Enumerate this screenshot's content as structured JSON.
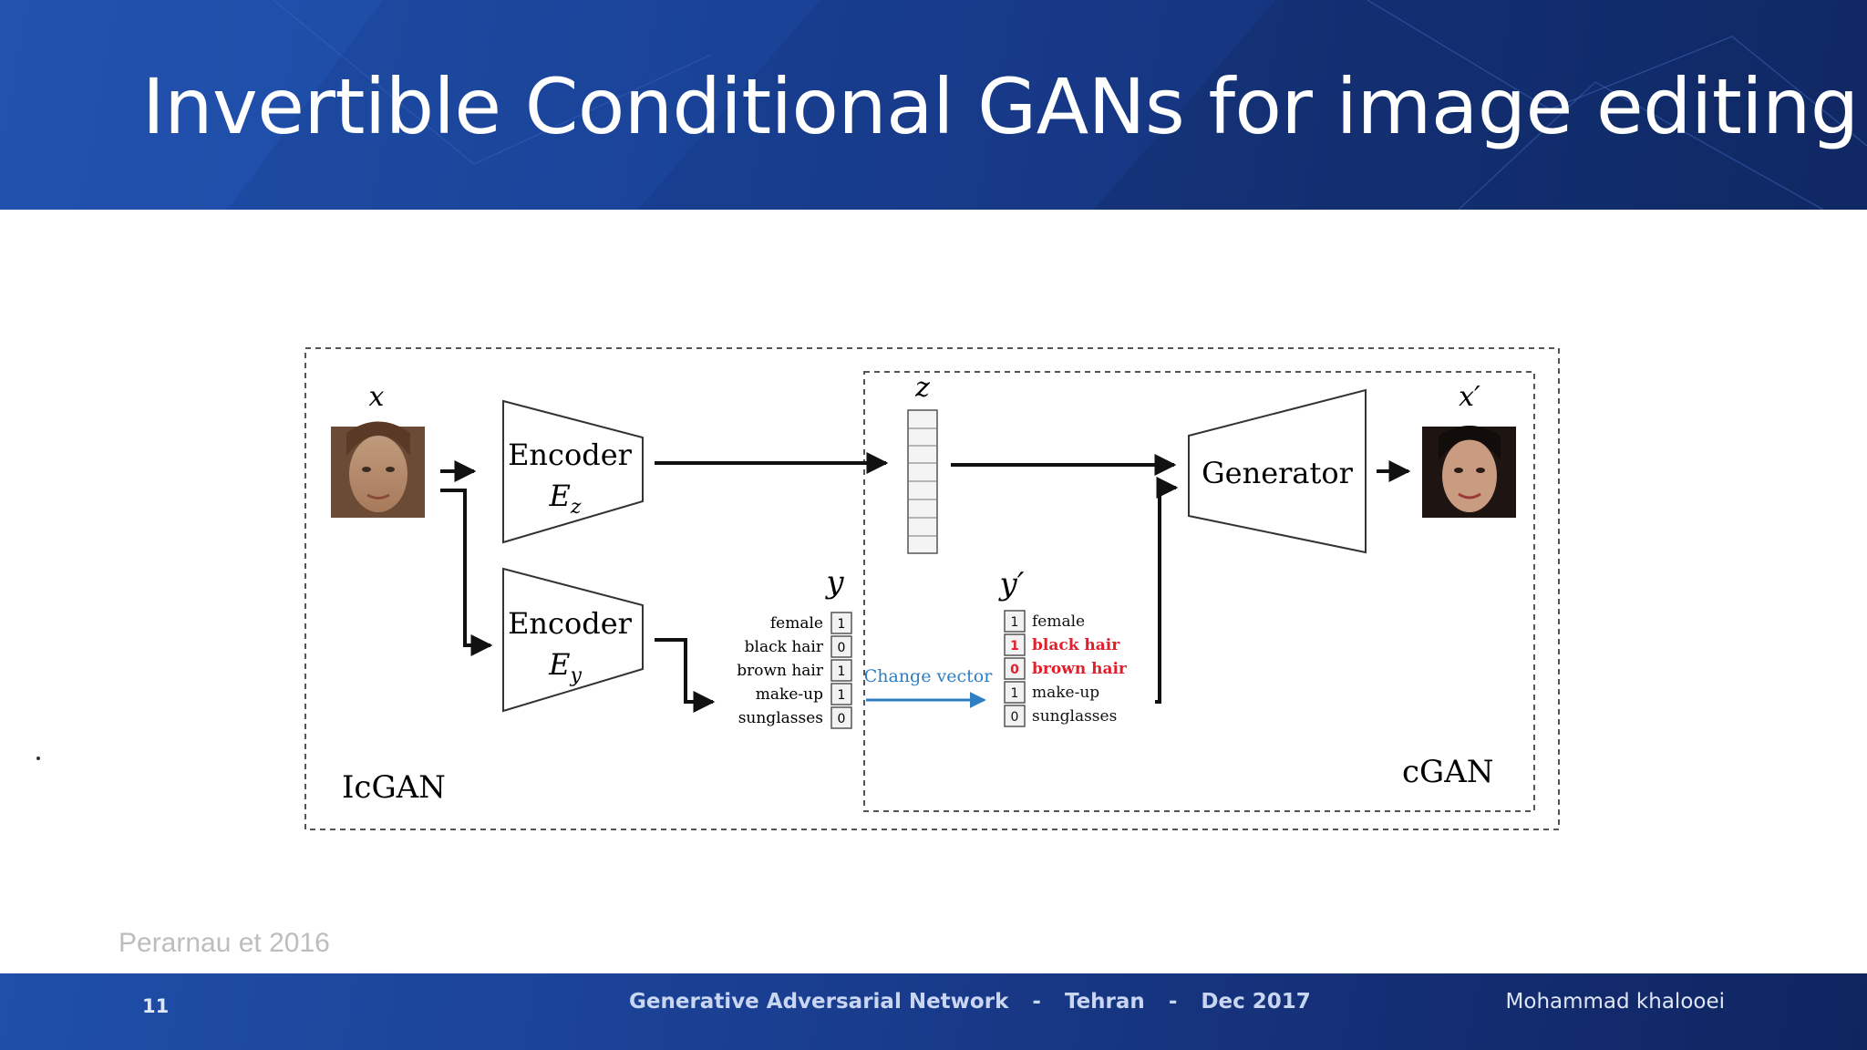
{
  "slide": {
    "title": "Invertible Conditional GANs for image editing",
    "citation": "Perarnau et 2016",
    "number": "11"
  },
  "footer": {
    "topic": "Generative Adversarial Network",
    "sep1": "-",
    "location": "Tehran",
    "sep2": "-",
    "date": "Dec 2017",
    "author": "Mohammad khalooei"
  },
  "diagram": {
    "input_label": "x",
    "output_label": "x′",
    "z_label": "z",
    "y_label": "y",
    "yprime_label": "y′",
    "encoder_z": {
      "name": "Encoder",
      "symbol": "E",
      "sub": "z"
    },
    "encoder_y": {
      "name": "Encoder",
      "symbol": "E",
      "sub": "y"
    },
    "generator": "Generator",
    "change_vector": "Change vector",
    "icgan_label": "IcGAN",
    "cgan_label": "cGAN",
    "attributes_y": [
      {
        "label": "female",
        "value": "1"
      },
      {
        "label": "black hair",
        "value": "0"
      },
      {
        "label": "brown hair",
        "value": "1"
      },
      {
        "label": "make-up",
        "value": "1"
      },
      {
        "label": "sunglasses",
        "value": "0"
      }
    ],
    "attributes_yprime": [
      {
        "label": "female",
        "value": "1",
        "changed": false
      },
      {
        "label": "black hair",
        "value": "1",
        "changed": true
      },
      {
        "label": "brown hair",
        "value": "0",
        "changed": true
      },
      {
        "label": "make-up",
        "value": "1",
        "changed": false
      },
      {
        "label": "sunglasses",
        "value": "0",
        "changed": false
      }
    ],
    "colors": {
      "changed": "#e0202e",
      "change_arrow": "#2f7ec2",
      "line": "#111111"
    }
  }
}
